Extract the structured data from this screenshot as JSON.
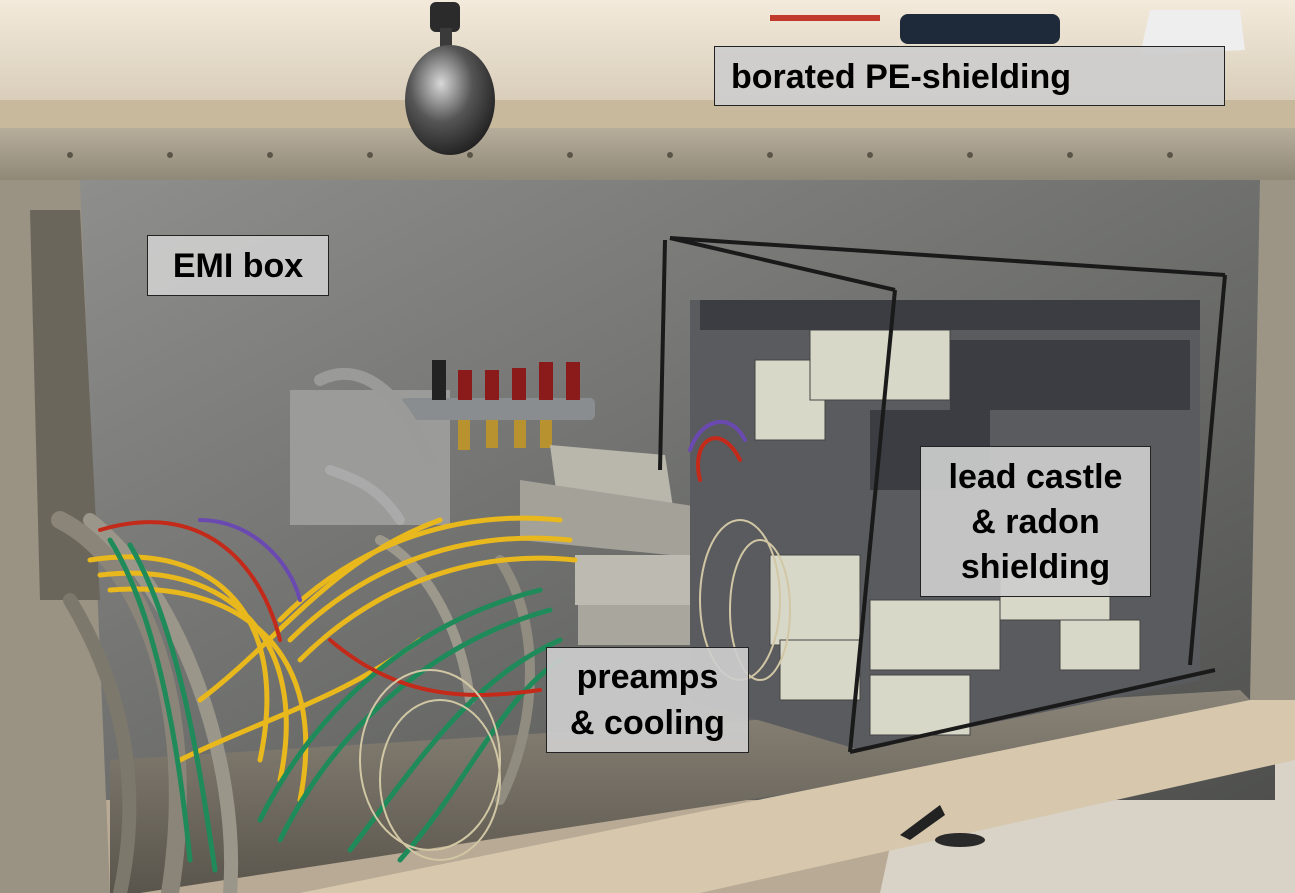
{
  "labels": {
    "pe_shielding": "borated PE-shielding",
    "emi_box": "EMI box",
    "lead_castle_line1": "lead castle",
    "lead_castle_line2": "& radon",
    "lead_castle_line3": "shielding",
    "preamps_line1": "preamps",
    "preamps_line2": "& cooling"
  },
  "colors": {
    "cable_yellow": "#e8b81c",
    "cable_green": "#1f8a5a",
    "cable_red": "#c42a1a",
    "cable_purple": "#6a4ab0",
    "label_bg": "#cdcdcd"
  }
}
